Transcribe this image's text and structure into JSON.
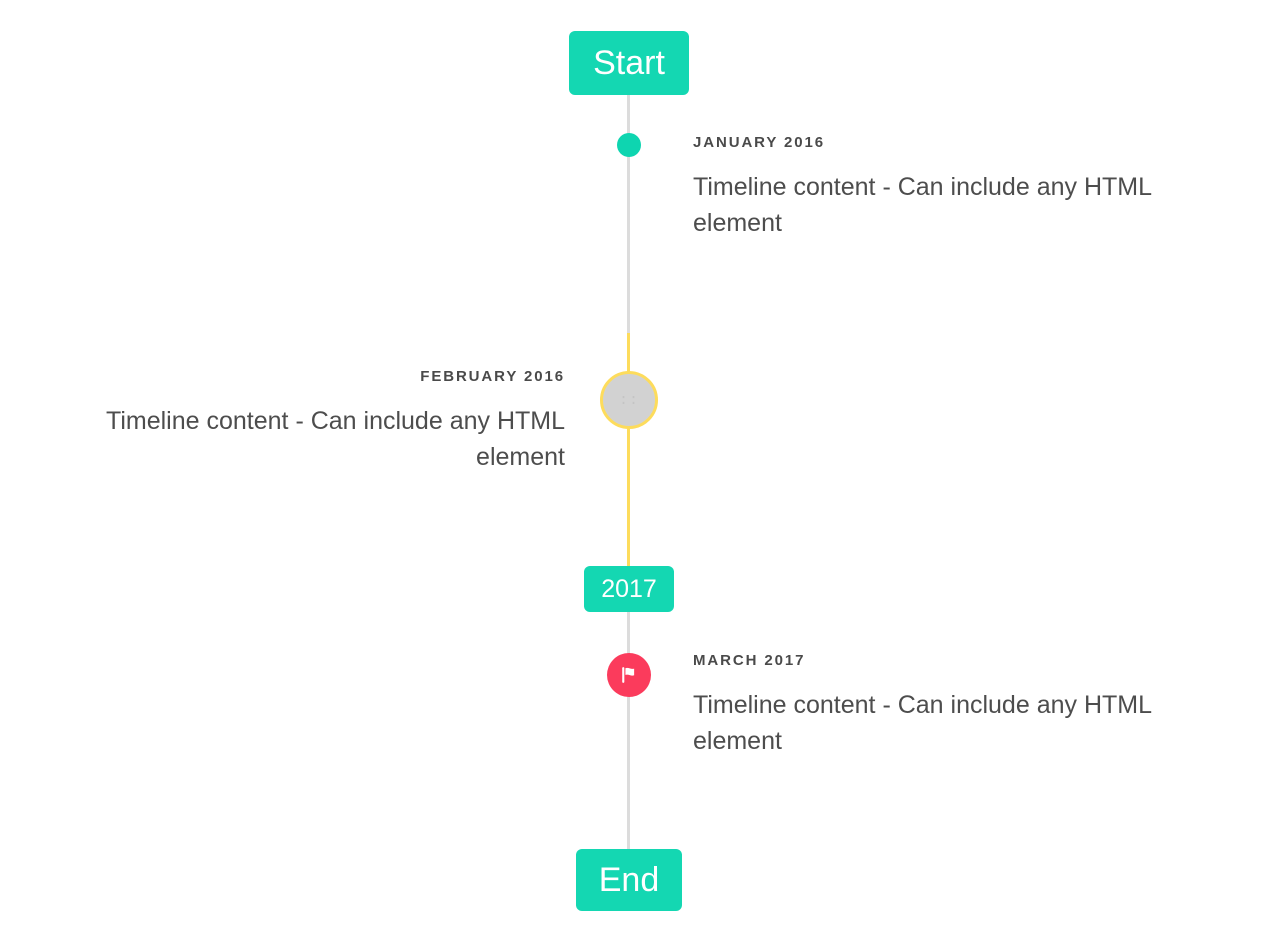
{
  "timeline": {
    "start_badge": {
      "label": "Start"
    },
    "mid_badge": {
      "label": "2017"
    },
    "end_badge": {
      "label": "End"
    },
    "colors": {
      "accent_teal": "#14d7b2",
      "marker_teal": "#0ed5b0",
      "highlight_yellow": "#fddc5c",
      "flag_pink": "#fb3b5c",
      "line_gray": "#dcdcdc",
      "marker_gray": "#d2d2d2",
      "text_gray": "#4a4a4a",
      "background": "#ffffff"
    },
    "events": [
      {
        "id": "january-2016",
        "date": "JANUARY 2016",
        "content": "Timeline content - Can include any HTML element",
        "side": "right",
        "marker": "dot-marker"
      },
      {
        "id": "february-2016",
        "date": "FEBRUARY 2016",
        "content": "Timeline content - Can include any HTML element",
        "side": "left",
        "marker": "ringed-circle-marker",
        "marker_glyph": "::"
      },
      {
        "id": "march-2017",
        "date": "MARCH 2017",
        "content": "Timeline content - Can include any HTML element",
        "side": "right",
        "marker": "flag-icon"
      }
    ]
  }
}
